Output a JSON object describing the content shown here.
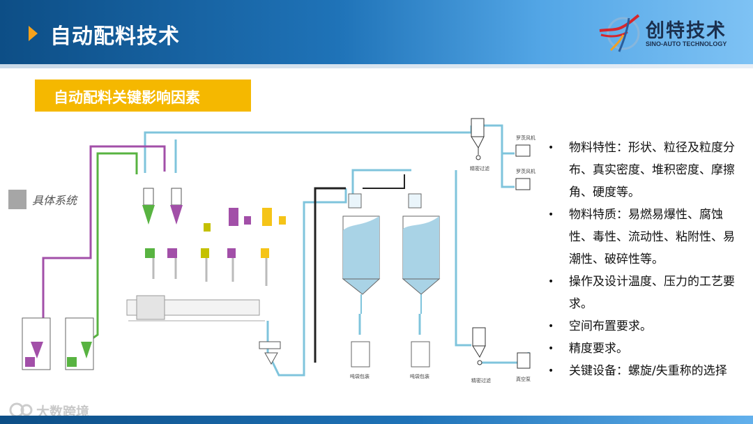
{
  "header": {
    "title": "自动配料技术",
    "brand_name": "创特技术",
    "brand_sub": "SINO-AUTO TECHNOLOGY"
  },
  "section": {
    "title": "自动配料关键影响因素"
  },
  "side_label": "具体系统",
  "bullets": [
    "物料特性：形状、粒径及粒度分布、真实密度、堆积密度、摩擦角、硬度等。",
    "物料特质：易燃易爆性、腐蚀性、毒性、流动性、粘附性、易潮性、破碎性等。",
    "操作及设计温度、压力的工艺要求。",
    "空间布置要求。",
    "精度要求。",
    "关键设备：螺旋/失重称的选择"
  ],
  "bullet_marker": "•",
  "watermark": "大数跨境",
  "colors": {
    "header_dark": "#0d4e86",
    "header_light": "#7ec2f4",
    "accent_orange": "#f7a21b",
    "banner_yellow": "#f5b800",
    "pipe_blue": "#7fc4dc",
    "pipe_purple": "#a24fa8",
    "pipe_green": "#58b341",
    "silo_fill": "#a9d3e6"
  }
}
